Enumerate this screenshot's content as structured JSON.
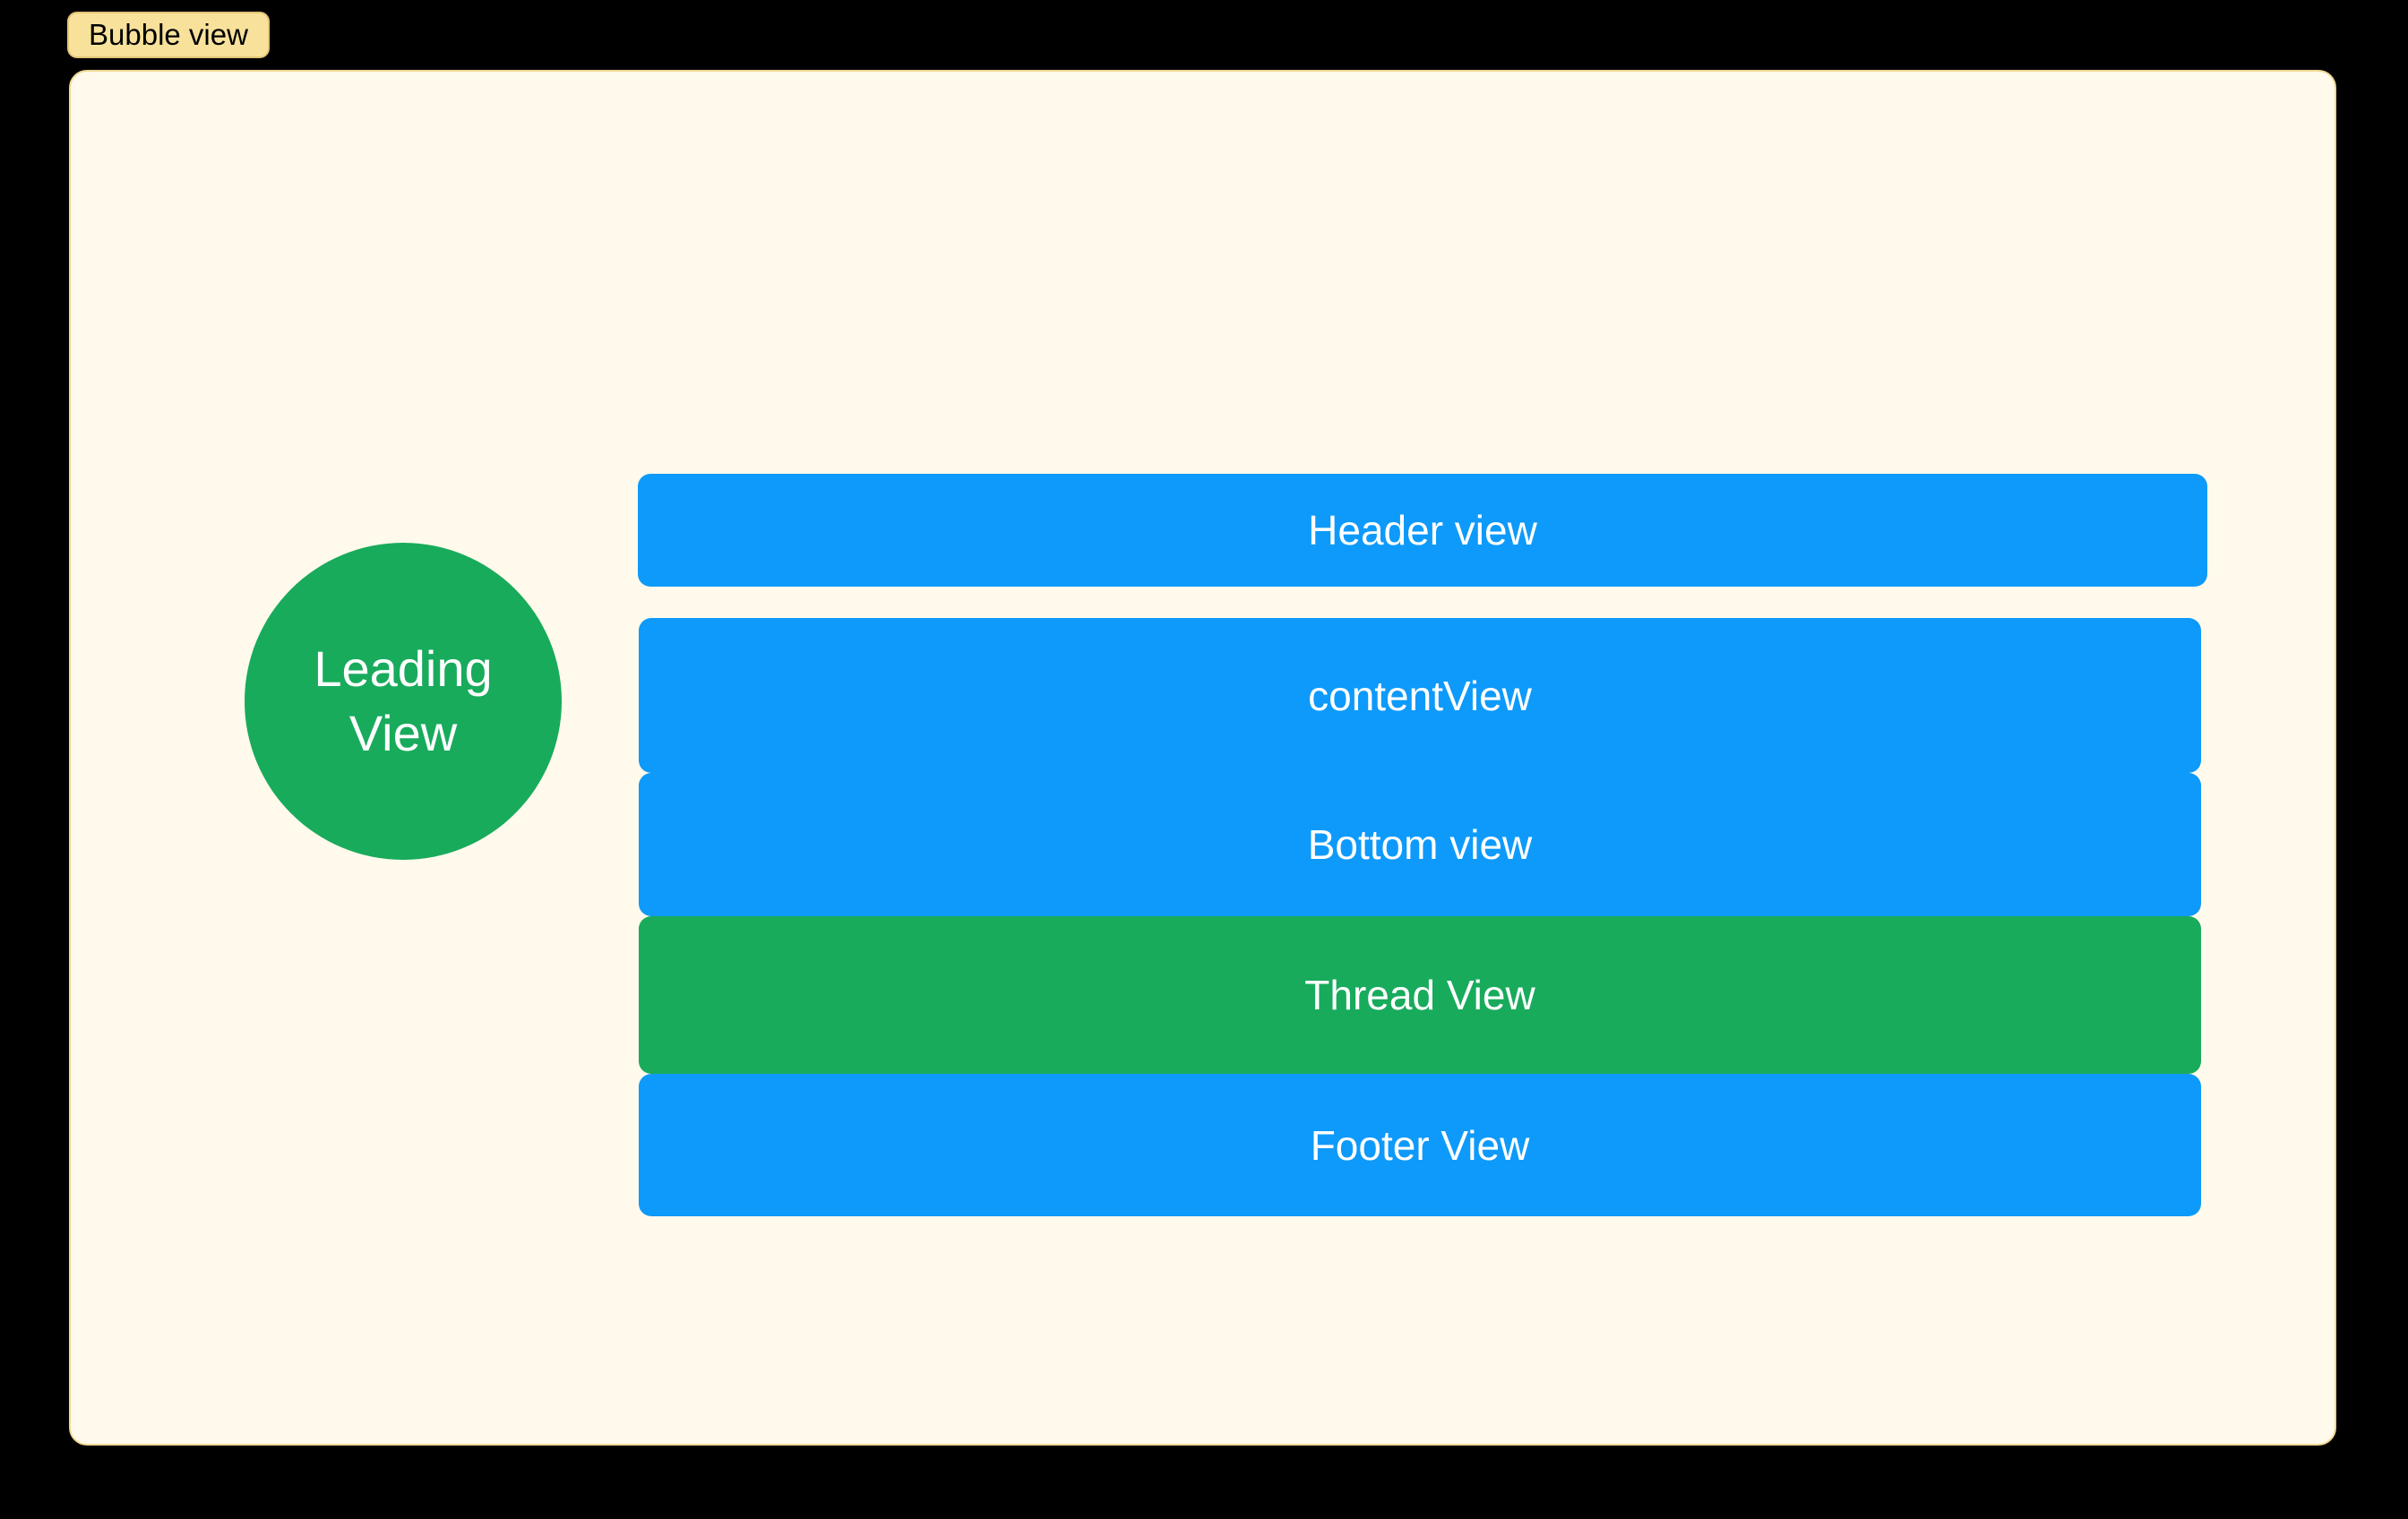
{
  "tag": {
    "label": "Bubble view"
  },
  "leading_view": {
    "label": "Leading View"
  },
  "bars": [
    {
      "id": "header-view",
      "label": "Header view",
      "color": "blue"
    },
    {
      "id": "content-view",
      "label": "contentView",
      "color": "blue"
    },
    {
      "id": "bottom-view",
      "label": "Bottom view",
      "color": "blue"
    },
    {
      "id": "thread-view",
      "label": "Thread View",
      "color": "green"
    },
    {
      "id": "footer-view",
      "label": "Footer View",
      "color": "blue"
    }
  ],
  "colors": {
    "page_bg": "#000000",
    "accent_blue": "#0E9AFA",
    "accent_green": "#18AB5C",
    "canvas_bg": "#FFFAEB",
    "canvas_border": "#F0D795",
    "tag_bg": "#F8E29B",
    "tag_border": "#E2C477",
    "label_text": "#FFFFFF",
    "tag_text": "#000000"
  }
}
